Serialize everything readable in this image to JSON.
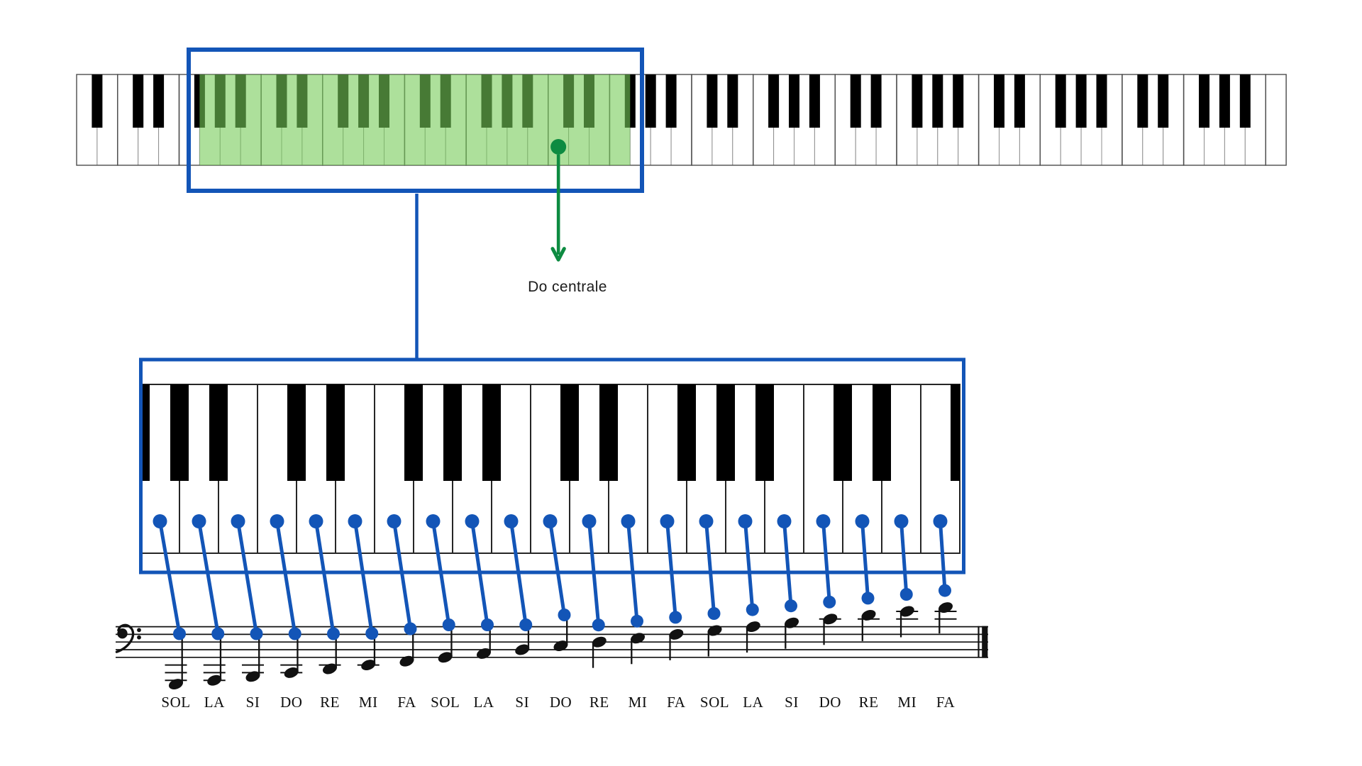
{
  "annotation": {
    "middle_c_label": "Do centrale"
  },
  "solfege_labels": [
    "SOL",
    "LA",
    "SI",
    "DO",
    "RE",
    "MI",
    "FA",
    "SOL",
    "LA",
    "SI",
    "DO",
    "RE",
    "MI",
    "FA",
    "SOL",
    "LA",
    "SI",
    "DO",
    "RE",
    "MI",
    "FA"
  ],
  "staff": {
    "clef": "bass",
    "note_count": 21
  },
  "upper_keyboard": {
    "white_key_count": 59,
    "first_white_key": "A",
    "highlighted_white_key_count": 21,
    "highlight_first_white_key_index": 7,
    "middle_c_white_key_index": 24
  },
  "lower_keyboard": {
    "white_key_count": 21,
    "first_white_key": "G",
    "marker_dot_count": 21
  },
  "colors": {
    "accent_blue": "#1355b7",
    "accent_green": "#0d8b41",
    "highlight_overlay": "rgba(118,204,88,0.60)",
    "ink": "#111111",
    "white_key": "#ffffff",
    "black_key": "#000000",
    "upper_key_border": "#4d4d4d",
    "lower_key_border": "#262626"
  }
}
